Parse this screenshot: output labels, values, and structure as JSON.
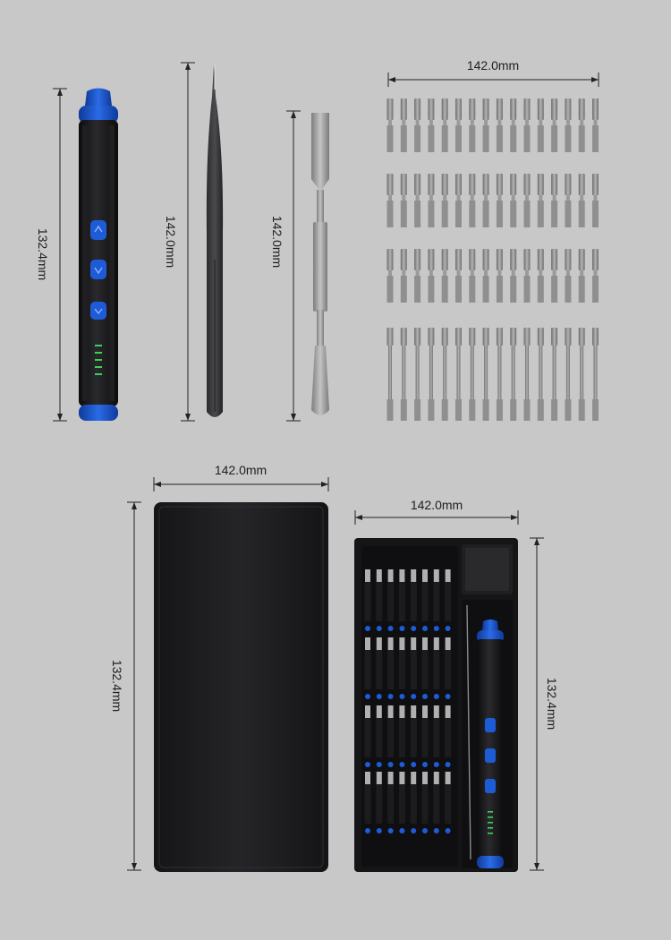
{
  "dimensions": {
    "driver_length": "132.4mm",
    "tweezers_length": "142.0mm",
    "spudger_length": "142.0mm",
    "bits_width": "142.0mm",
    "case_width": "142.0mm",
    "case_length": "132.4mm",
    "tray_width": "142.0mm",
    "tray_length": "132.4mm"
  },
  "colors": {
    "background": "#c8c8c8",
    "accent_blue": "#1e5bd6",
    "body_black": "#1a1a1c",
    "bit_silver": "#8a8a8a",
    "led_green": "#39d353"
  },
  "icons": [
    "screwdriver-icon",
    "tweezers-icon",
    "spudger-icon",
    "bit-icon",
    "case-icon",
    "tray-icon"
  ]
}
